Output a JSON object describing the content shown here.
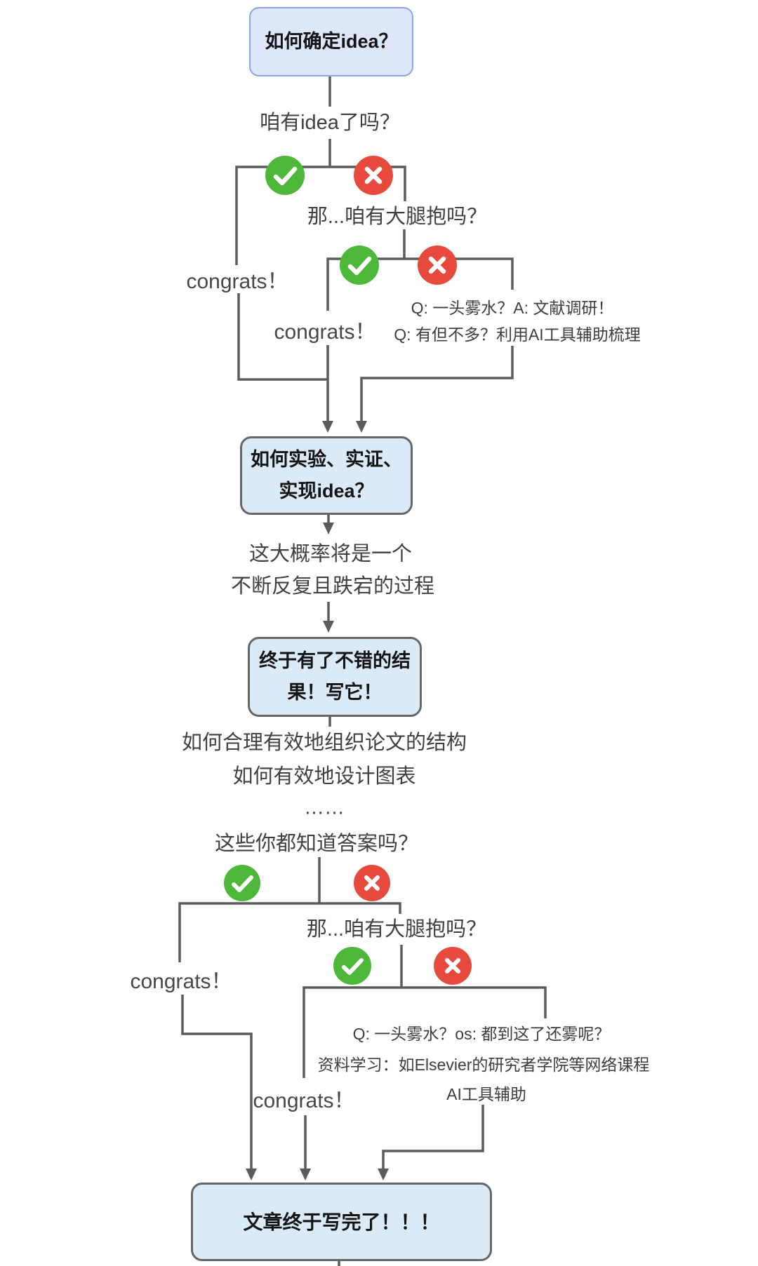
{
  "diagram": {
    "boxes": {
      "start": {
        "label": "如何确定idea？"
      },
      "experiment": {
        "line1": "如何实验、实证、",
        "line2": "实现idea？"
      },
      "result": {
        "line1": "终于有了不错的结",
        "line2": "果！写它！"
      },
      "done": {
        "label": "文章终于写完了！！！"
      }
    },
    "labels": {
      "have_idea_q": "咱有idea了吗？",
      "thigh_q_1": "那...咱有大腿抱吗？",
      "congrats_1": "congrats！",
      "congrats_2": "congrats！",
      "qa_fog_research": "Q: 一头雾水？A: 文献调研！",
      "qa_not_much_ai": "Q: 有但不多？利用AI工具辅助梳理",
      "process_line1": "这大概率将是一个",
      "process_line2": "不断反复且跌宕的过程",
      "structure_q": "如何合理有效地组织论文的结构",
      "figure_q": "如何有效地设计图表",
      "ellipsis": "……",
      "know_answers_q": "这些你都知道答案吗？",
      "congrats_3": "congrats！",
      "thigh_q_2": "那...咱有大腿抱吗？",
      "congrats_4": "congrats！",
      "qb_fog_os": "Q: 一头雾水？os: 都到这了还雾呢？",
      "qb_learning": "资料学习：如Elsevier的研究者学院等网络课程",
      "qb_ai": "AI工具辅助"
    },
    "colors": {
      "yes_green": "#4db73a",
      "no_red": "#e74a3d",
      "connector": "#5b5b5b",
      "box_fill": "#daeaf7",
      "start_box_fill": "#dce8fa",
      "start_box_border": "#8ba3e2",
      "box_border": "#666666",
      "text": "#404040"
    }
  }
}
